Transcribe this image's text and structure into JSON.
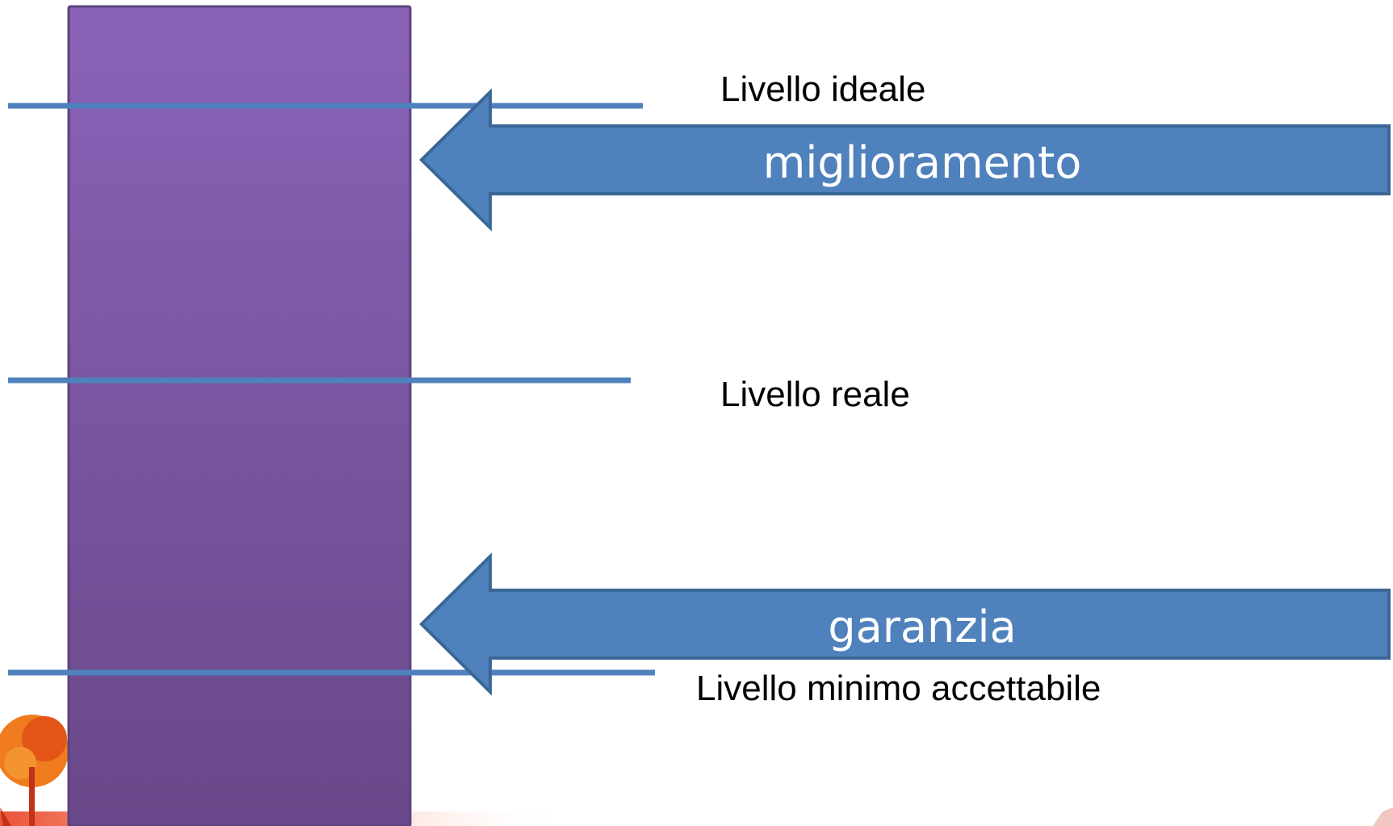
{
  "levels": {
    "ideal": "Livello ideale",
    "real": "Livello reale",
    "minimum": "Livello minimo accettabile"
  },
  "arrows": {
    "improvement": "miglioramento",
    "guarantee": "garanzia"
  },
  "colors": {
    "bar_top": "#8a63b8",
    "bar_bottom": "#684889",
    "line": "#4f81bd",
    "arrow_fill": "#4f81bd",
    "arrow_stroke": "#3a6796",
    "arrow_text": "#ffffff"
  }
}
